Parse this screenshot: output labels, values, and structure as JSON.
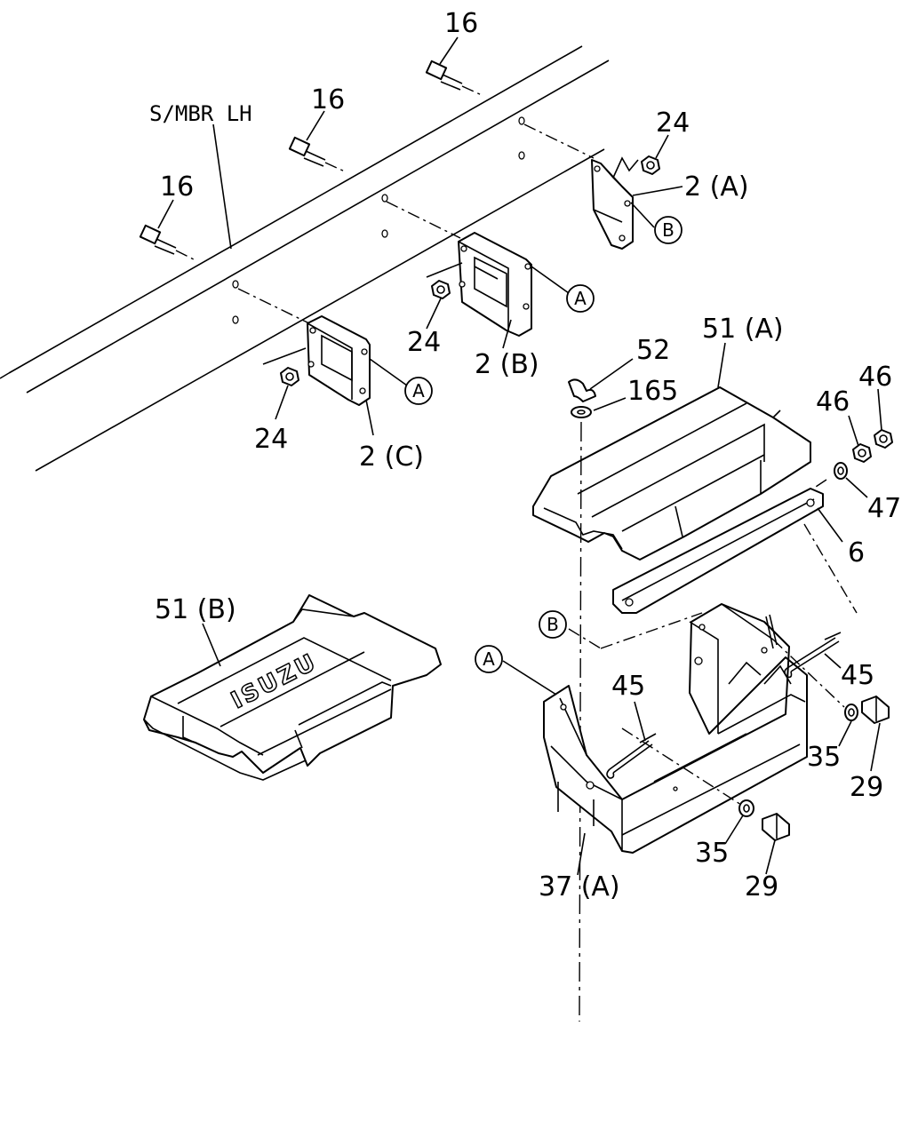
{
  "labels": {
    "s_mbr": "S/MBR LH",
    "l16a": "16",
    "l16b": "16",
    "l16c": "16",
    "l24a": "24",
    "l24b": "24",
    "l24c": "24",
    "l2a": "2 (A)",
    "l2b": "2 (B)",
    "l2c": "2 (C)",
    "l51a": "51 (A)",
    "l51b": "51 (B)",
    "l52": "52",
    "l165": "165",
    "l46a": "46",
    "l46b": "46",
    "l47": "47",
    "l6": "6",
    "l45a": "45",
    "l45b": "45",
    "l35a": "35",
    "l35b": "35",
    "l29a": "29",
    "l29b": "29",
    "l37a": "37 (A)"
  },
  "callouts": {
    "A1": "A",
    "A2": "A",
    "A3": "A",
    "B1": "B",
    "B2": "B"
  },
  "logo_text": "ISUZU"
}
